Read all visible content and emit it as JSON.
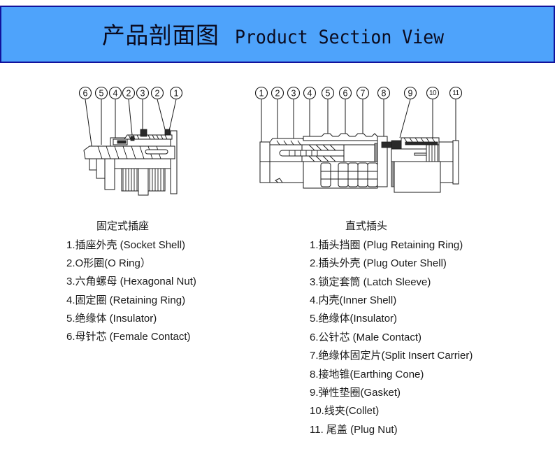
{
  "header": {
    "title_cn": "产品剖面图",
    "title_en": "Product Section View",
    "colors": {
      "fill": "#4ea3fb",
      "border": "#12129c"
    }
  },
  "socket": {
    "heading": "固定式插座",
    "callouts": [
      "6",
      "5",
      "4",
      "2",
      "3",
      "2",
      "1"
    ],
    "items": [
      "1.插座外壳  (Socket Shell)",
      "2.O形圈(O Ring）",
      "3.六角螺母  (Hexagonal Nut)",
      "4.固定圈  (Retaining Ring)",
      "5.绝缘体  (Insulator)",
      "6.母针芯  (Female Contact)"
    ]
  },
  "plug": {
    "heading": "直式插头",
    "callouts": [
      "1",
      "2",
      "3",
      "4",
      "5",
      "6",
      "7",
      "8",
      "9",
      "10",
      "11"
    ],
    "items": [
      "1.插头挡圈  (Plug  Retaining Ring)",
      "2.插头外壳  (Plug Outer Shell)",
      "3.锁定套筒  (Latch Sleeve)",
      "4.内壳(Inner Shell)",
      "5.绝缘体(Insulator)",
      "6.公针芯  (Male Contact)",
      "7.绝缘体固定片(Split Insert Carrier)",
      "8.接地锥(Earthing Cone)",
      "9.弹性垫圈(Gasket)",
      "10.线夹(Collet)",
      "11. 尾盖  (Plug Nut)"
    ]
  }
}
